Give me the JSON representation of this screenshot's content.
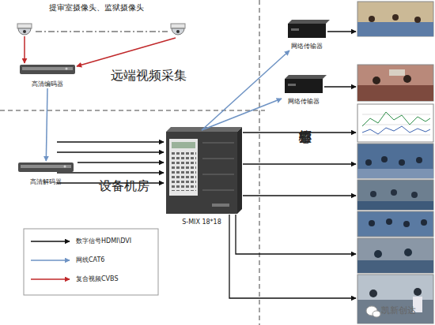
{
  "diagram": {
    "nodes": [
      {
        "text": [
          "高清编码器"
        ]
      },
      {
        "text": [
          "高清解码器"
        ]
      },
      {
        "text": [
          "网络传输器"
        ]
      },
      {
        "text": [
          "网络传输器"
        ]
      },
      {
        "text": [
          "S-MIX 18*18"
        ]
      }
    ],
    "edges": [
      {
        "from": 0,
        "to": 1,
        "arrow": "to"
      },
      {
        "from": 4,
        "to": 2,
        "arrow": "to"
      },
      {
        "from": 4,
        "to": 3,
        "arrow": "to"
      }
    ],
    "labels": [
      "提审室摄像头、监狱摄像头",
      "远端视频采集",
      "设备机房",
      "监管指挥中心",
      "凯新创达"
    ],
    "legend": [
      {
        "text": "数字信号HDMI\\DVI"
      },
      {
        "text": "网线CAT6"
      },
      {
        "text": "复合视频CVBS"
      }
    ]
  }
}
